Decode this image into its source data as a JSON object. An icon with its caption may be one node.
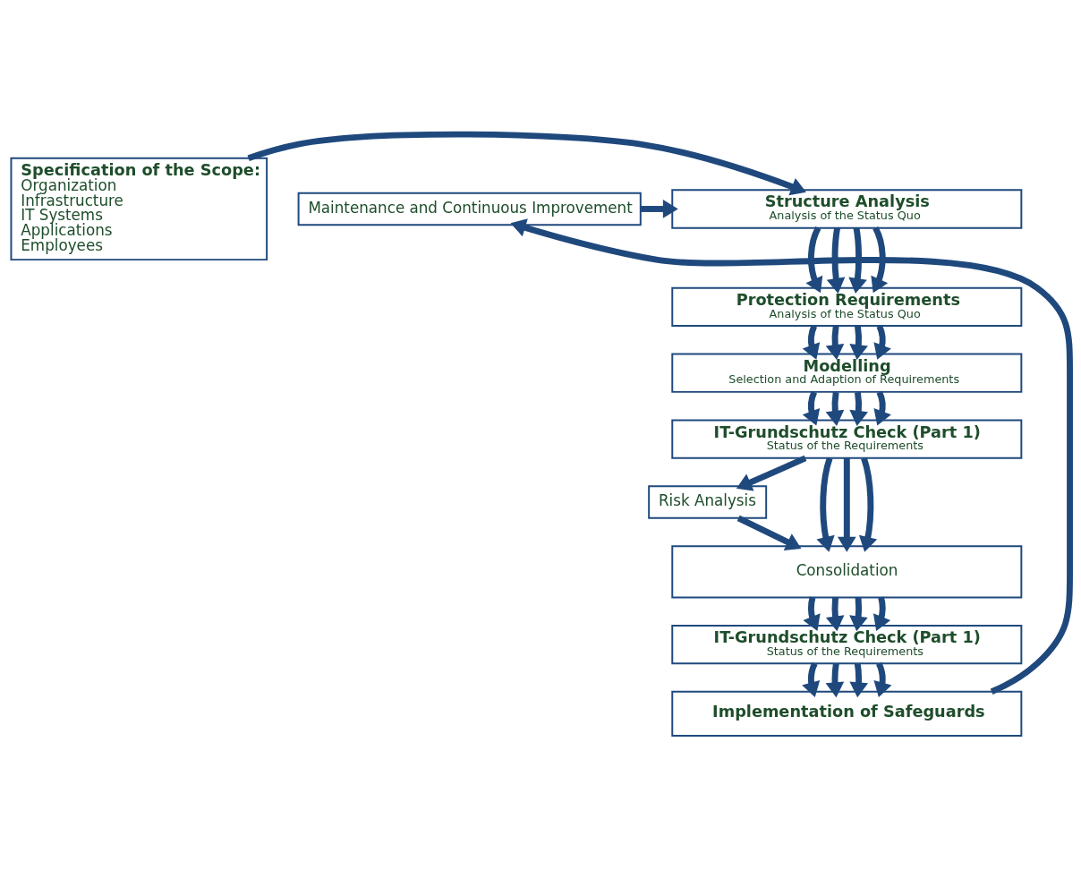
{
  "diagram": {
    "nodes": [
      {
        "text": [
          "Specification of the Scope:",
          "Organization",
          "Infrastructure",
          "IT Systems",
          "Applications",
          "Employees"
        ]
      },
      {
        "text": [
          "Structure Analysis",
          "Analysis of the Status Quo"
        ]
      },
      {
        "text": [
          "Protection Requirements",
          "Analysis of the Status Quo"
        ]
      },
      {
        "text": [
          "Modelling",
          "Selection and Adaption of Requirements"
        ]
      },
      {
        "text": [
          "IT-Grundschutz Check (Part 1)",
          "Status of the Requirements"
        ]
      },
      {
        "text": [
          "Risk Analysis"
        ]
      },
      {
        "text": [
          "Consolidation"
        ]
      },
      {
        "text": [
          "IT-Grundschutz Check (Part 1)",
          "Status of the Requirements"
        ]
      },
      {
        "text": [
          "Implementation of Safeguards"
        ]
      },
      {
        "text": [
          "Maintenance and Continuous Improvement"
        ]
      }
    ],
    "edges": [
      {
        "from": 0,
        "to": 1,
        "arrow": "to"
      },
      {
        "from": 9,
        "to": 1,
        "arrow": "to"
      },
      {
        "from": 1,
        "to": 2,
        "arrow": "to"
      },
      {
        "from": 1,
        "to": 2,
        "arrow": "to"
      },
      {
        "from": 1,
        "to": 2,
        "arrow": "to"
      },
      {
        "from": 1,
        "to": 2,
        "arrow": "to"
      },
      {
        "from": 2,
        "to": 3,
        "arrow": "to"
      },
      {
        "from": 2,
        "to": 3,
        "arrow": "to"
      },
      {
        "from": 2,
        "to": 3,
        "arrow": "to"
      },
      {
        "from": 2,
        "to": 3,
        "arrow": "to"
      },
      {
        "from": 3,
        "to": 4,
        "arrow": "to"
      },
      {
        "from": 3,
        "to": 4,
        "arrow": "to"
      },
      {
        "from": 3,
        "to": 4,
        "arrow": "to"
      },
      {
        "from": 3,
        "to": 4,
        "arrow": "to"
      },
      {
        "from": 4,
        "to": 6,
        "arrow": "to"
      },
      {
        "from": 4,
        "to": 6,
        "arrow": "to"
      },
      {
        "from": 4,
        "to": 6,
        "arrow": "to"
      },
      {
        "from": 4,
        "to": 5,
        "arrow": "to"
      },
      {
        "from": 5,
        "to": 6,
        "arrow": "to"
      },
      {
        "from": 6,
        "to": 7,
        "arrow": "to"
      },
      {
        "from": 6,
        "to": 7,
        "arrow": "to"
      },
      {
        "from": 6,
        "to": 7,
        "arrow": "to"
      },
      {
        "from": 6,
        "to": 7,
        "arrow": "to"
      },
      {
        "from": 7,
        "to": 8,
        "arrow": "to"
      },
      {
        "from": 7,
        "to": 8,
        "arrow": "to"
      },
      {
        "from": 7,
        "to": 8,
        "arrow": "to"
      },
      {
        "from": 7,
        "to": 8,
        "arrow": "to"
      },
      {
        "from": 8,
        "to": 9,
        "arrow": "to"
      }
    ]
  }
}
